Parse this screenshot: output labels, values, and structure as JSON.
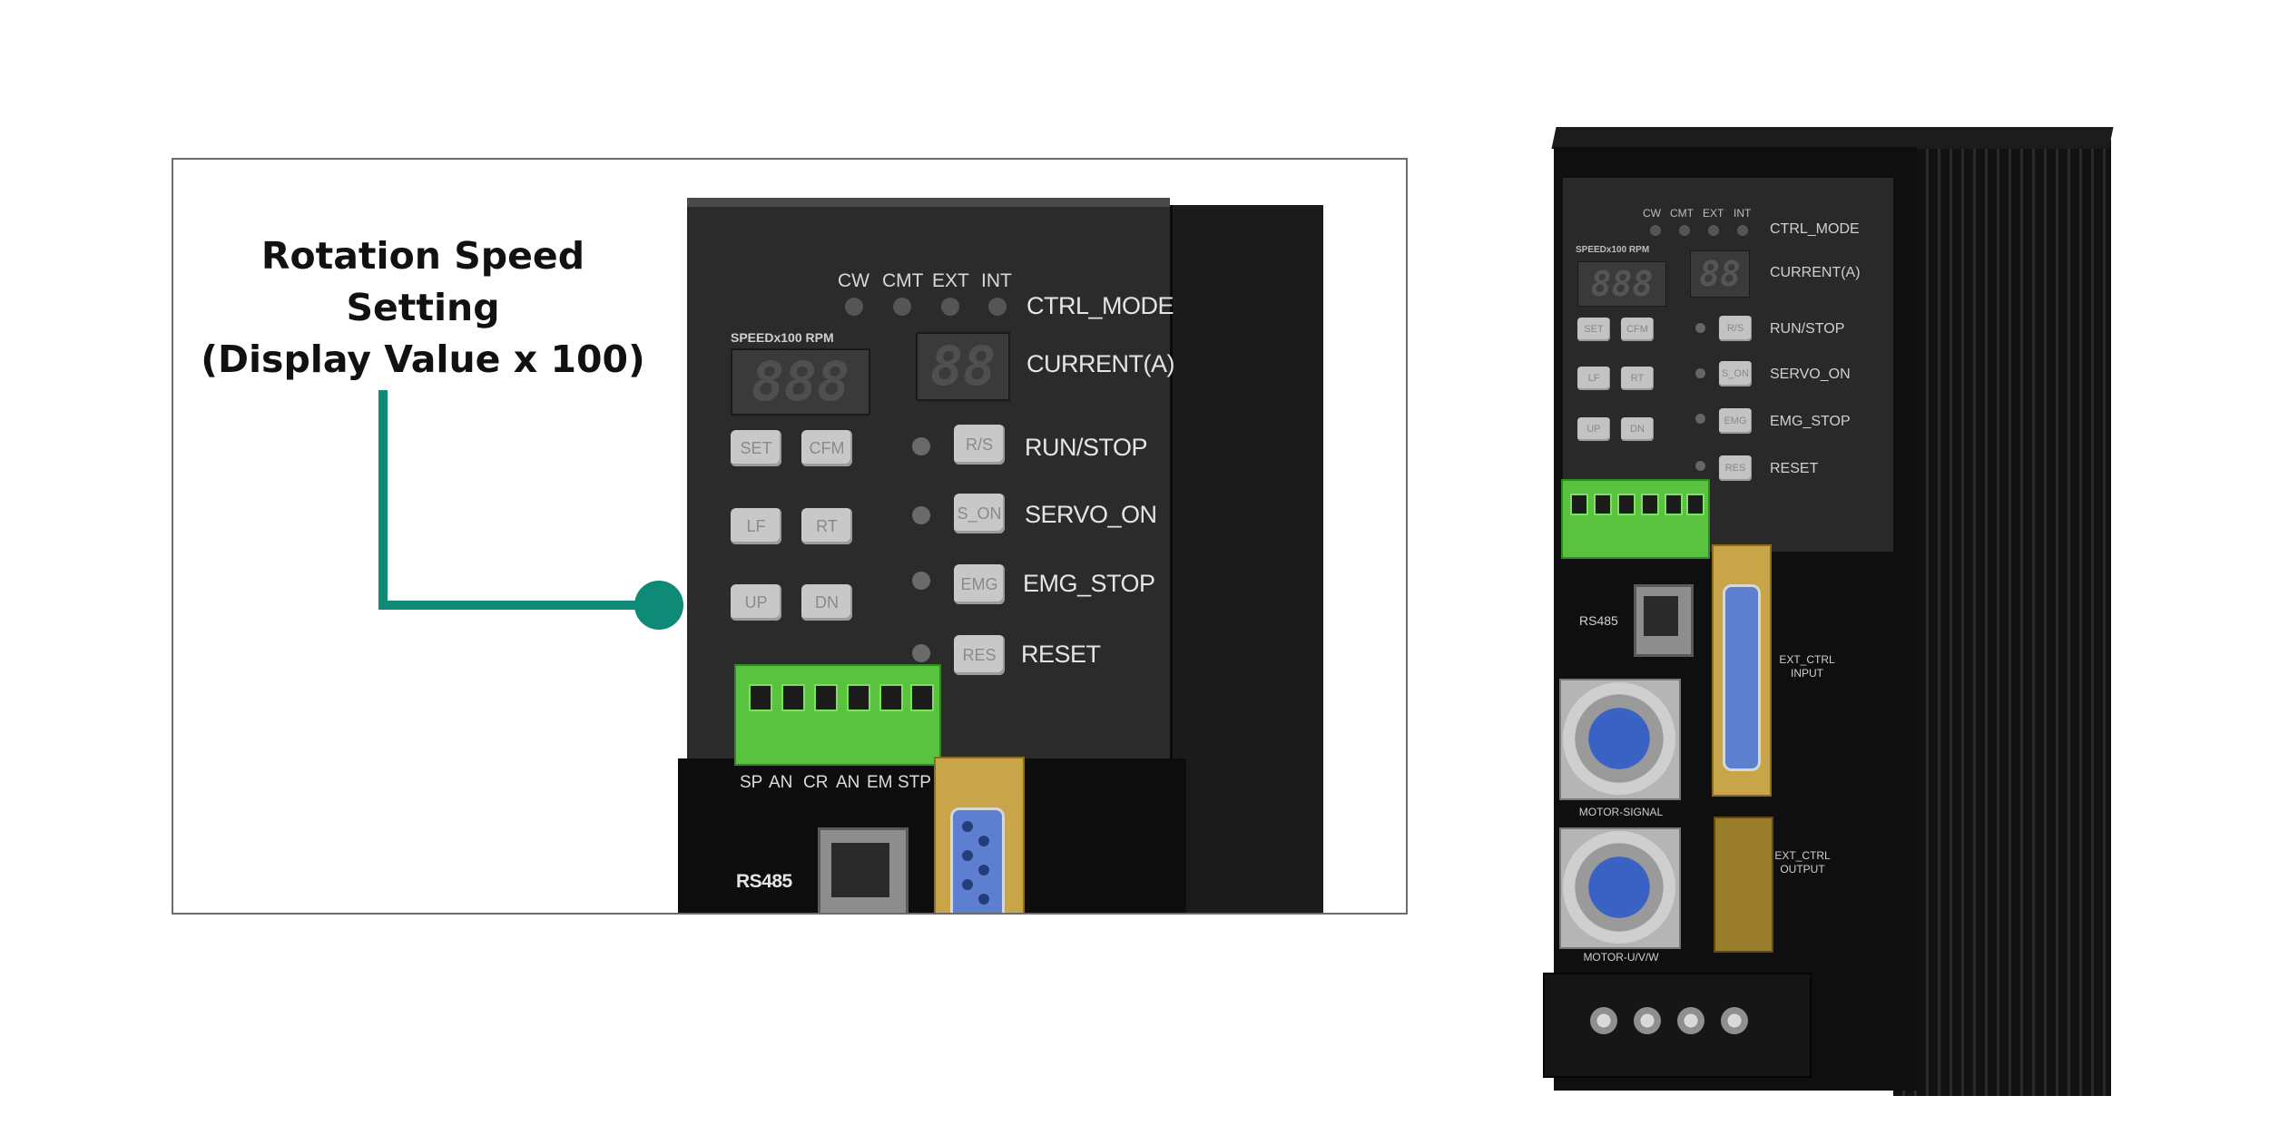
{
  "callout": {
    "title_line1": "Rotation Speed Setting",
    "title_line2": "(Display Value x 100)"
  },
  "detail_panel": {
    "mode_leds": [
      "CW",
      "CMT",
      "EXT",
      "INT"
    ],
    "ctrl_mode_label": "CTRL_MODE",
    "speed_caption": "SPEEDx100 RPM",
    "speed_display": "888",
    "current_display": "88",
    "current_label": "CURRENT(A)",
    "buttons": {
      "set": "SET",
      "cfm": "CFM",
      "lf": "LF",
      "rt": "RT",
      "up": "UP",
      "dn": "DN"
    },
    "side_buttons": {
      "run_stop": "R/S",
      "servo_on": "S_ON",
      "emg": "EMG",
      "res": "RES"
    },
    "side_labels": {
      "run_stop": "RUN/STOP",
      "servo_on": "SERVO_ON",
      "emg_stop": "EMG_STOP",
      "reset": "RESET"
    },
    "terminal_labels": [
      "SP",
      "AN",
      "CR",
      "AN",
      "EM",
      "STP"
    ],
    "rs485_label": "RS485"
  },
  "product_photo": {
    "mode_leds": [
      "CW",
      "CMT",
      "EXT",
      "INT"
    ],
    "ctrl_mode_label": "CTRL_MODE",
    "speed_caption": "SPEEDx100 RPM",
    "speed_display": "888",
    "current_display": "88",
    "current_label": "CURRENT(A)",
    "buttons": {
      "set": "SET",
      "cfm": "CFM",
      "lf": "LF",
      "rt": "RT",
      "up": "UP",
      "dn": "DN"
    },
    "side_buttons": {
      "run_stop": "R/S",
      "servo_on": "S_ON",
      "emg": "EMG",
      "res": "RES"
    },
    "side_labels": {
      "run_stop": "RUN/STOP",
      "servo_on": "SERVO_ON",
      "emg_stop": "EMG_STOP",
      "reset": "RESET"
    },
    "rs485_label": "RS485",
    "ext_ctrl_input": "EXT_CTRL\nINPUT",
    "ext_ctrl_output": "EXT_CTRL\nOUTPUT",
    "motor_signal": "MOTOR-SIGNAL",
    "motor_uvw": "MOTOR-U/V/W"
  },
  "colors": {
    "accent": "#0f8a76",
    "panel": "#2b2b2c",
    "terminal": "#59c23e",
    "dsub": "#5d7fd0"
  }
}
